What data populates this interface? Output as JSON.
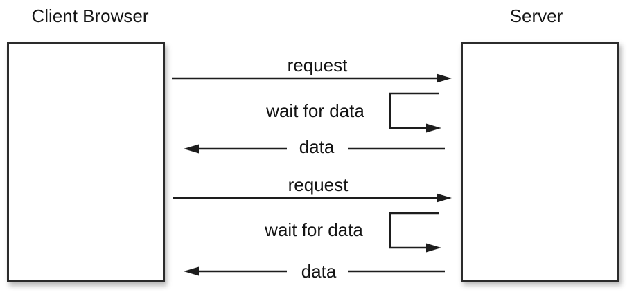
{
  "diagram": {
    "kind": "client-server sequence diagram (long polling)",
    "actors": [
      {
        "id": "client",
        "label": "Client Browser"
      },
      {
        "id": "server",
        "label": "Server"
      }
    ],
    "sequence": [
      {
        "label": "request",
        "from": "client",
        "to": "server",
        "type": "message-right"
      },
      {
        "label": "wait for data",
        "actor": "server",
        "type": "self-loop"
      },
      {
        "label": "data",
        "from": "server",
        "to": "client",
        "type": "message-left"
      },
      {
        "label": "request",
        "from": "client",
        "to": "server",
        "type": "message-right"
      },
      {
        "label": "wait for data",
        "actor": "server",
        "type": "self-loop"
      },
      {
        "label": "data",
        "from": "server",
        "to": "client",
        "type": "message-left"
      }
    ],
    "colors": {
      "line": "#1d1d1d",
      "box_border": "#2b2b2b",
      "text": "#131313",
      "background": "#ffffff"
    }
  }
}
